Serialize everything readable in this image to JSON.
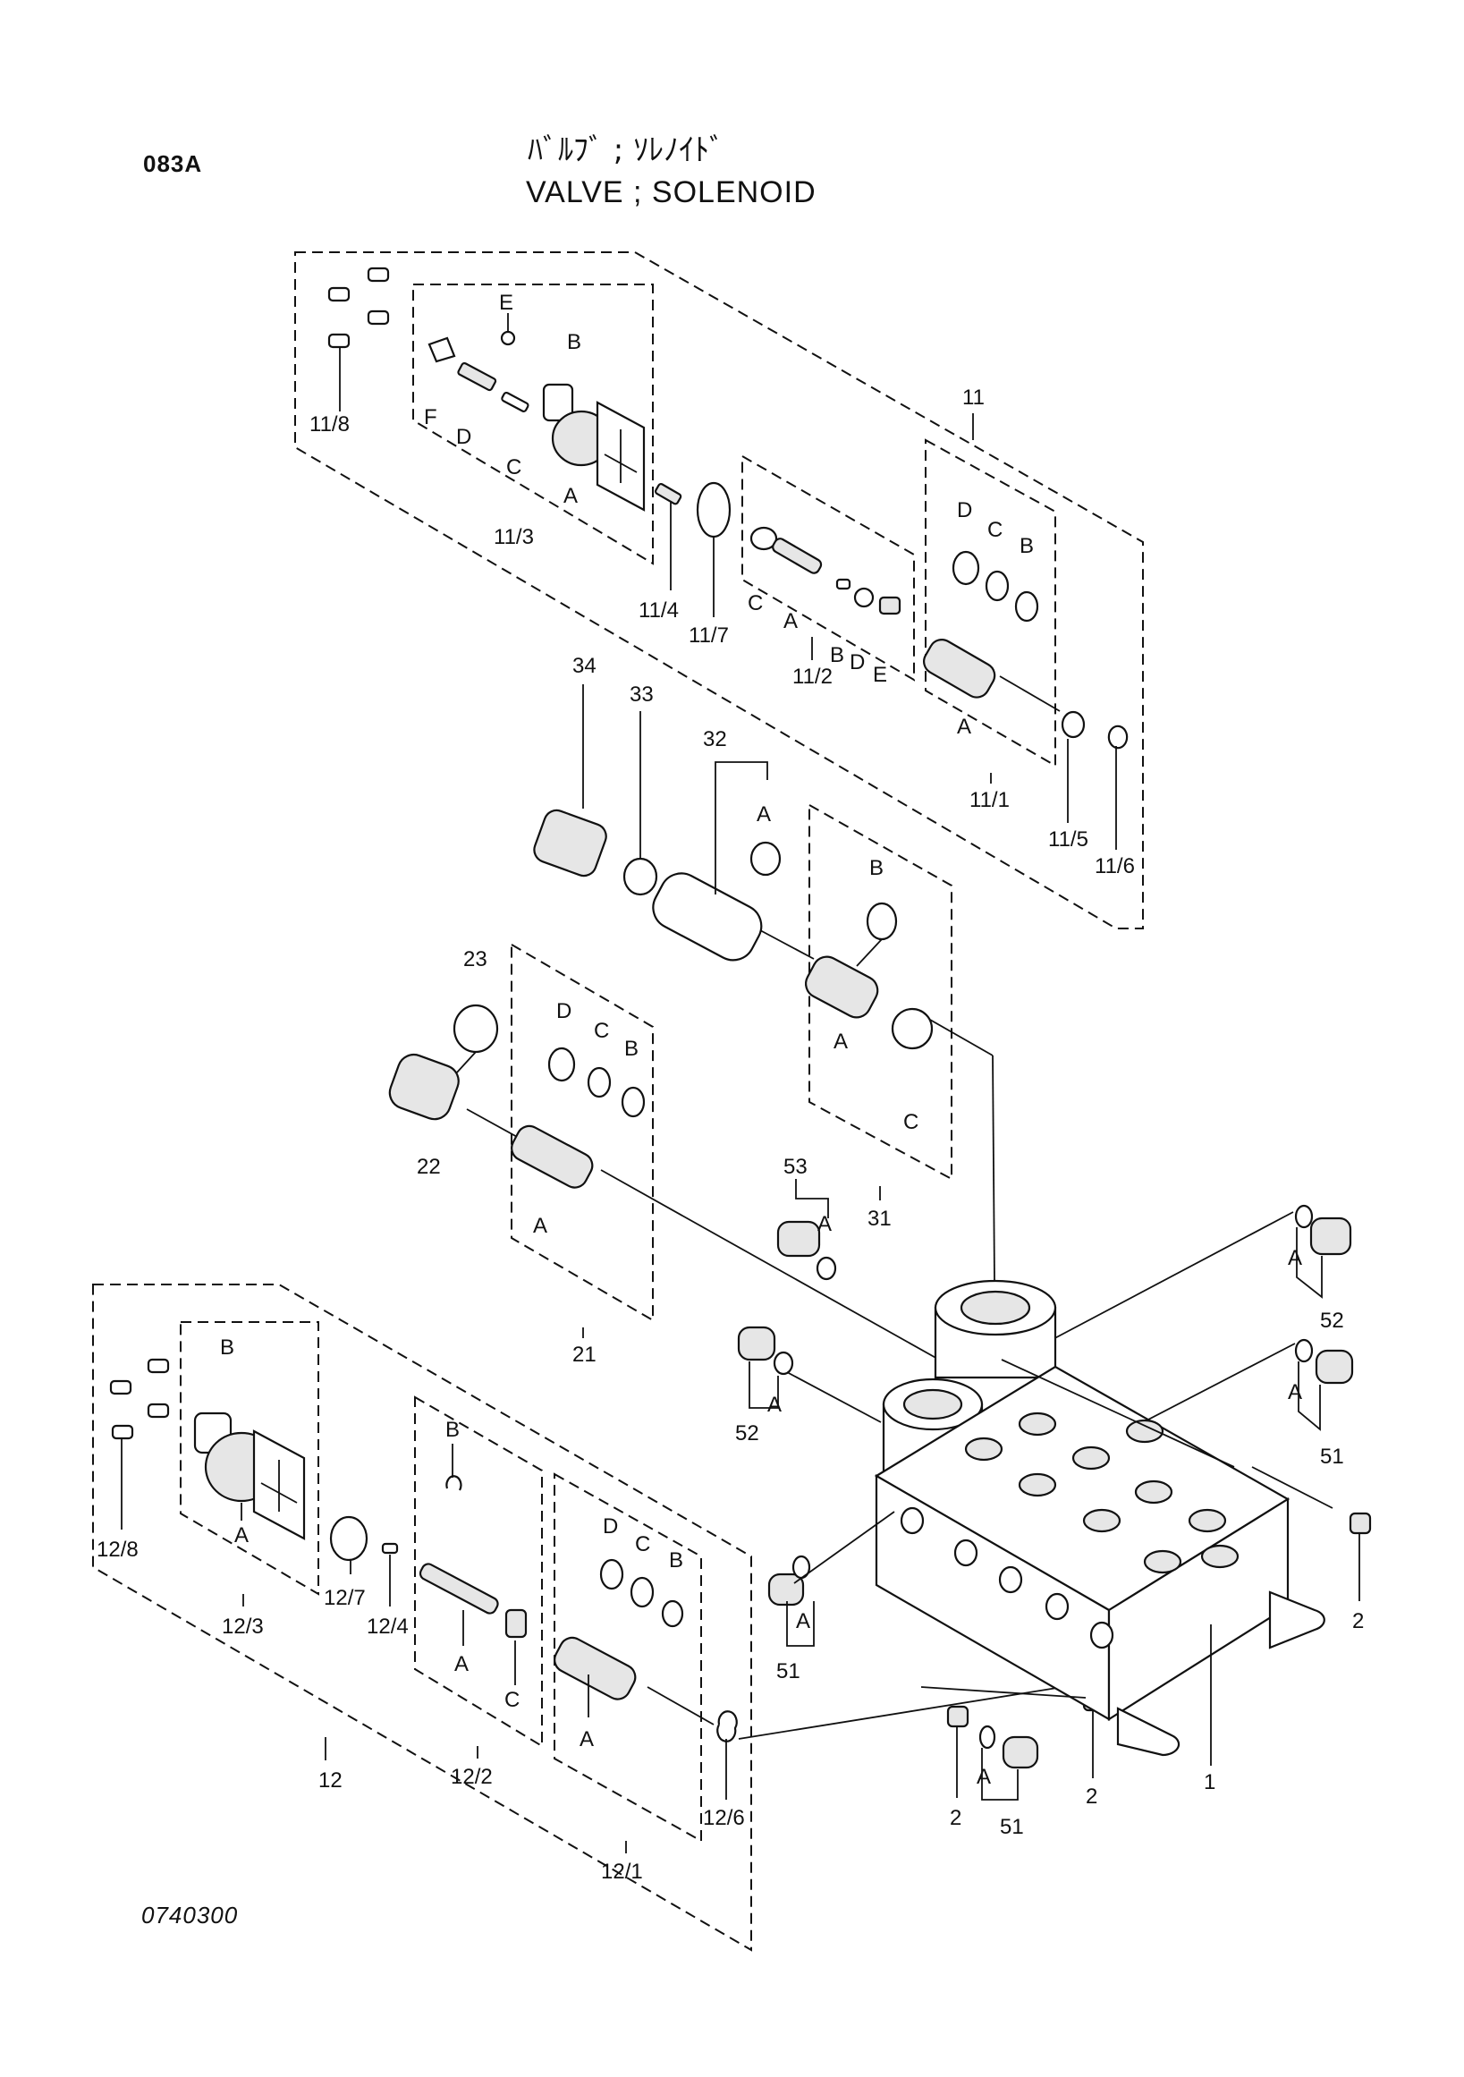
{
  "header": {
    "page_code": "083A",
    "title_jp": "ﾊﾞﾙﾌﾞ ; ｿﾚﾉｲﾄﾞ",
    "title_en": "VALVE ; SOLENOID"
  },
  "footer": {
    "drawing_number": "0740300"
  },
  "callouts": {
    "c11": "11",
    "c11_1": "11/1",
    "c11_2": "11/2",
    "c11_3": "11/3",
    "c11_4": "11/4",
    "c11_5": "11/5",
    "c11_6": "11/6",
    "c11_7": "11/7",
    "c11_8": "11/8",
    "c12": "12",
    "c12_1": "12/1",
    "c12_2": "12/2",
    "c12_3": "12/3",
    "c12_4": "12/4",
    "c12_6": "12/6",
    "c12_7": "12/7",
    "c12_8": "12/8",
    "c21": "21",
    "c22": "22",
    "c23": "23",
    "c31": "31",
    "c32": "32",
    "c33": "33",
    "c34": "34",
    "c51": "51",
    "c52": "52",
    "c53": "53",
    "c1": "1",
    "c2": "2"
  },
  "letters": {
    "A": "A",
    "B": "B",
    "C": "C",
    "D": "D",
    "E": "E",
    "F": "F"
  }
}
